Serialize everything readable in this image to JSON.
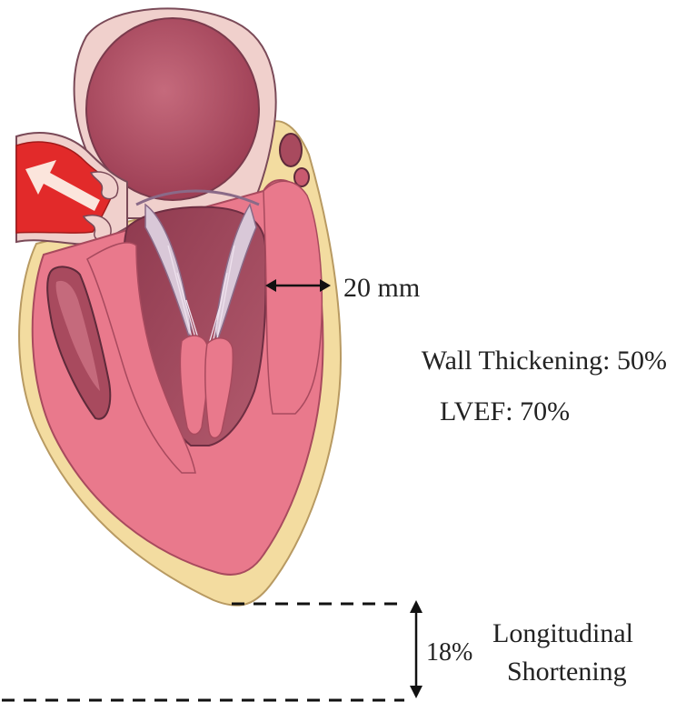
{
  "annotations": {
    "wall_thickness": "20 mm",
    "wall_thickening": "Wall Thickening: 50%",
    "lvef": "LVEF: 70%",
    "longitudinal_shortening_value": "18%",
    "longitudinal_shortening_line1": "Longitudinal",
    "longitudinal_shortening_line2": "Shortening"
  },
  "colors": {
    "myocardium": "#e9798c",
    "myocardium_dark": "#c95a6f",
    "chamber": "#a84a5e",
    "chamber_light": "#c56a7c",
    "pericardium": "#f3dca0",
    "outer_tissue": "#f0d0cc",
    "aorta_flow": "#e22a2a",
    "arrow_light": "#fbe5dc",
    "leaflets": "#d9c8d8",
    "text": "#222222"
  }
}
